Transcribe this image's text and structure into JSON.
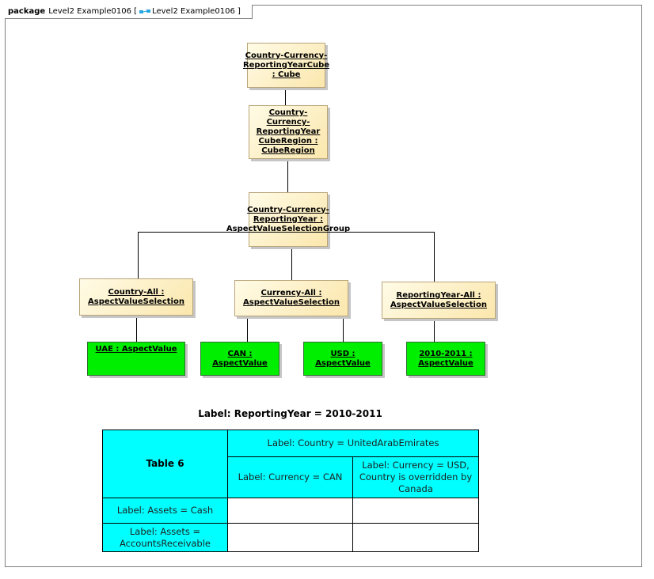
{
  "frame": {
    "keyword": "package",
    "name": "Level2 Example0106",
    "bracket_open": "[",
    "diagram_name": "Level2 Example0106",
    "bracket_close": "]"
  },
  "nodes": {
    "cube": "Country-Currency-ReportingYearCube : Cube",
    "cube_region": "Country-Currency-ReportingYear CubeRegion : CubeRegion",
    "selection_group": "Country-Currency-ReportingYear : AspectValueSelectionGroup",
    "country_all": "Country-All : AspectValueSelection",
    "currency_all": "Currency-All : AspectValueSelection",
    "reportingyear_all": "ReportingYear-All : AspectValueSelection",
    "uae": "UAE : AspectValue",
    "can": "CAN : AspectValue",
    "usd": "USD : AspectValue",
    "year_2010_2011": "2010-2011 : AspectValue"
  },
  "table": {
    "caption": "Label: ReportingYear = 2010-2011",
    "corner": "Table 6",
    "column_group": "Label: Country = UnitedArabEmirates",
    "columns": [
      "Label: Currency = CAN",
      "Label: Currency = USD, Country is overridden by Canada"
    ],
    "rows": [
      {
        "label": "Label: Assets = Cash",
        "cells": [
          "",
          ""
        ]
      },
      {
        "label": "Label: Assets = AccountsReceivable",
        "cells": [
          "",
          ""
        ]
      }
    ]
  },
  "colors": {
    "object_fill": "#fbe7ad",
    "value_fill": "#00ee00",
    "table_header_fill": "#00ffff"
  }
}
